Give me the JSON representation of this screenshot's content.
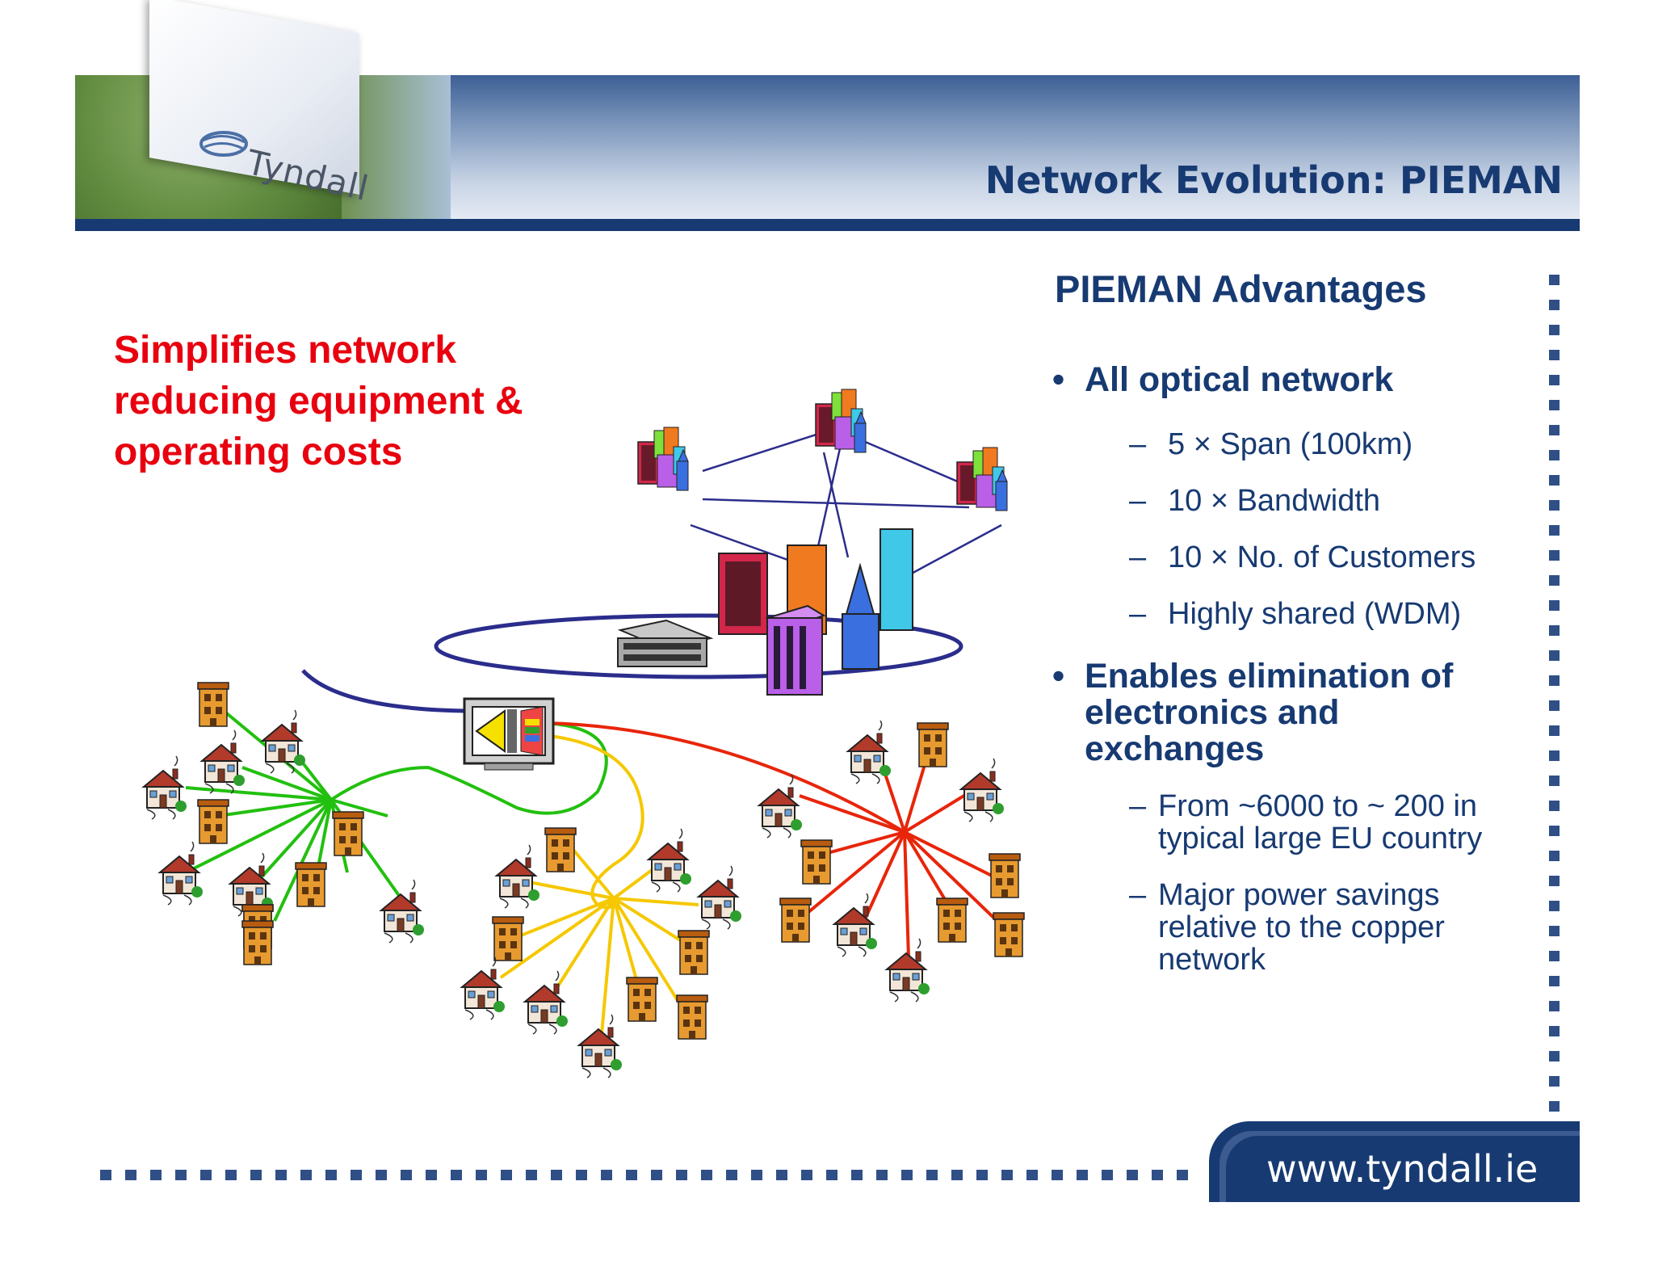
{
  "header": {
    "title": "Network Evolution: PIEMAN",
    "logo_text": "Tyndall"
  },
  "left": {
    "lines": [
      "Simplifies network",
      "reducing equipment &",
      "operating costs"
    ]
  },
  "right": {
    "heading": "PIEMAN Advantages",
    "bullets": [
      {
        "label": "All optical network",
        "subs": [
          "5 × Span (100km)",
          "10 × Bandwidth",
          "10 × No. of Customers",
          "Highly shared (WDM)"
        ]
      },
      {
        "label_lines": [
          "Enables elimination of",
          "electronics and",
          "exchanges"
        ],
        "subs": [
          [
            "From ~6000 to ~ 200 in",
            "typical large EU country"
          ],
          [
            "Major power savings",
            "relative to the copper",
            "network"
          ]
        ]
      }
    ]
  },
  "footer": {
    "url": "www.tyndall.ie"
  },
  "colors": {
    "navy": "#173a72",
    "red_text": "#e8000f",
    "green_link": "#22c00f",
    "yellow_link": "#f5c800",
    "red_link": "#e8250a",
    "ring": "#2b2d8c"
  },
  "icons": [
    "tyndall-logo",
    "office-building-icon",
    "exchange-building-icon",
    "wdm-splitter-icon",
    "house-icon",
    "apartment-icon"
  ]
}
